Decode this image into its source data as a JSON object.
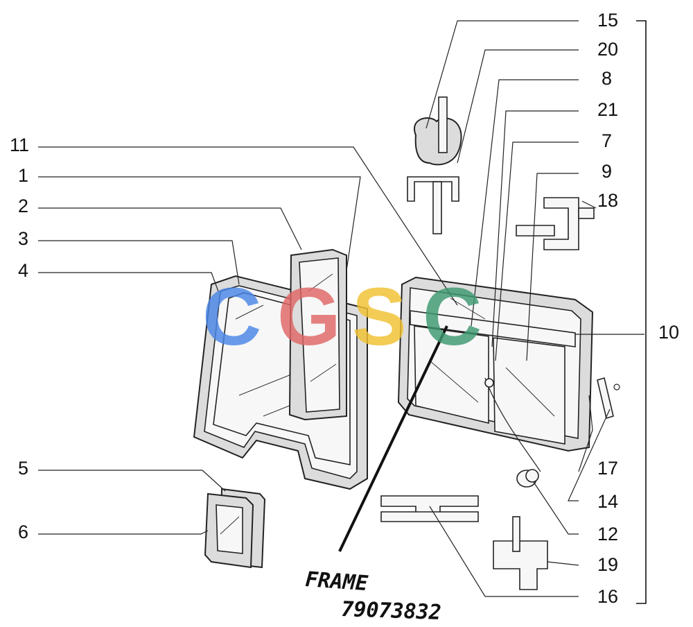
{
  "callouts": {
    "c1": "1",
    "c2": "2",
    "c3": "3",
    "c4": "4",
    "c5": "5",
    "c6": "6",
    "c7": "7",
    "c8": "8",
    "c9": "9",
    "c10": "10",
    "c11": "11",
    "c12": "12",
    "c14": "14",
    "c15": "15",
    "c16": "16",
    "c17": "17",
    "c18": "18",
    "c19": "19",
    "c20": "20",
    "c21": "21"
  },
  "handwritten_note": {
    "line1": "FRAME",
    "line2": "79073832"
  },
  "watermark": {
    "text": "CGSC",
    "colors": [
      "#4a86e8",
      "#e06666",
      "#f1c232",
      "#3d9970"
    ]
  }
}
